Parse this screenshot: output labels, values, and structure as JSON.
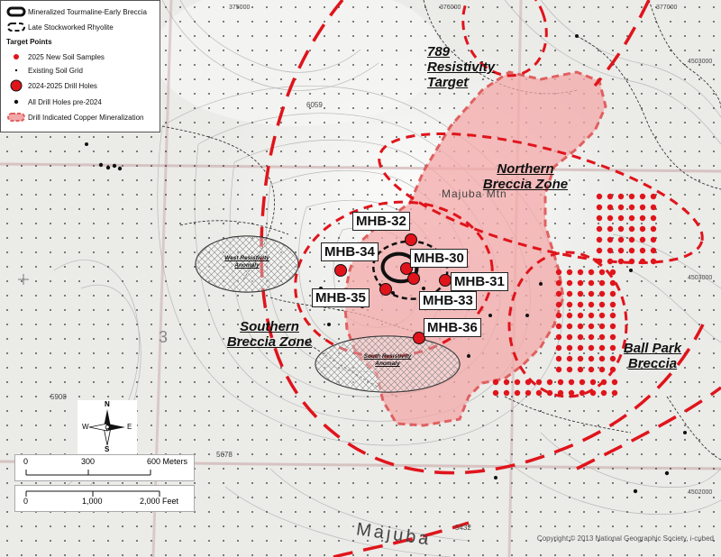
{
  "legend": {
    "items": [
      {
        "label": "Mineralized Tourmaline-Early Breccia",
        "icon": "thick-outline-icon"
      },
      {
        "label": "Late Stockworked Rhyolite",
        "icon": "dashed-outline-icon"
      }
    ],
    "section_title": "Target Points",
    "points": [
      {
        "label": "2025 New Soil Samples",
        "icon": "red-dot-icon"
      },
      {
        "label": "Existing Soil Grid",
        "icon": "small-black-dot-icon"
      },
      {
        "label": "2024-2025 Drill Holes",
        "icon": "large-red-dot-icon"
      },
      {
        "label": "All Drill Holes pre-2024",
        "icon": "black-dot-icon"
      },
      {
        "label": "Drill Indicated Copper Mineralization",
        "icon": "pink-dashed-area-icon"
      }
    ]
  },
  "coords": {
    "x1": "375000",
    "x2": "376000",
    "x3": "377000",
    "y1": "4503000",
    "y2": "4503000",
    "y3": "4502000"
  },
  "drill_holes": [
    {
      "label": "MHB-32"
    },
    {
      "label": "MHB-34"
    },
    {
      "label": "MHB-30"
    },
    {
      "label": "MHB-31"
    },
    {
      "label": "MHB-35"
    },
    {
      "label": "MHB-33"
    },
    {
      "label": "MHB-36"
    }
  ],
  "zones": {
    "resistivity_789": "789 Resistivity Target",
    "northern": "Northern Breccia Zone",
    "southern": "Southern Breccia Zone",
    "ball_park": "Ball Park Breccia"
  },
  "anomalies": {
    "west": "West Resistivity Anomaly",
    "south": "South Resistivity Anomaly"
  },
  "map_labels": {
    "majuba_mtn": "Majuba Mtn",
    "majuba": "Majuba",
    "elev_5900": "5900",
    "elev_5678": "5678",
    "elev_5432": "5432",
    "elev_6059": "6059",
    "sec_3": "3"
  },
  "north_arrow": {
    "n": "N",
    "s": "S",
    "e": "E",
    "w": "W"
  },
  "scale_meters": {
    "ticks": [
      "0",
      "300",
      "600 Meters"
    ]
  },
  "scale_feet": {
    "ticks": [
      "0",
      "1,000",
      "2,000 Feet"
    ]
  },
  "copyright": "Copyright:© 2013 National Geographic Society, i-cubed",
  "colors": {
    "red": "#e0141b",
    "pink_fill": "#f0a0a0",
    "topo_bg": "#ebebe8"
  }
}
